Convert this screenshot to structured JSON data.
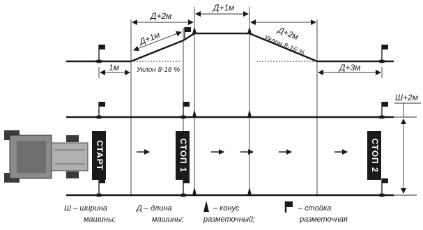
{
  "dimensions": {
    "d_plus_2m_left": "Д+2м",
    "d_plus_1m_top": "Д+1м",
    "d_plus_2m_right": "Д+2м",
    "d_plus_1m_slope": "Д+1м",
    "one_m": "1м",
    "d_plus_3m": "Д+3м",
    "w_plus_2m": "Ш+2м"
  },
  "slopes": {
    "left": "Уклон 8-16 %",
    "right": "Уклон 8-16 %"
  },
  "signs": {
    "start": "СТАРТ",
    "stop1": "СТОП 1",
    "stop2": "СТОП 2"
  },
  "legend": {
    "w_line1": "Ш – ширина",
    "w_line2": "машины;",
    "d_line1": "Д – длина",
    "d_line2": "машины;",
    "cone_line1": "– конус",
    "cone_line2": "разметочный;",
    "post_line1": "– стойка",
    "post_line2": "разметочная"
  },
  "colors": {
    "line": "#1a1a1a",
    "sign_bg": "#1a1a1a",
    "sign_text": "#ffffff",
    "tractor_body": "#8a8a8a",
    "tractor_dark": "#4a4a4a"
  }
}
